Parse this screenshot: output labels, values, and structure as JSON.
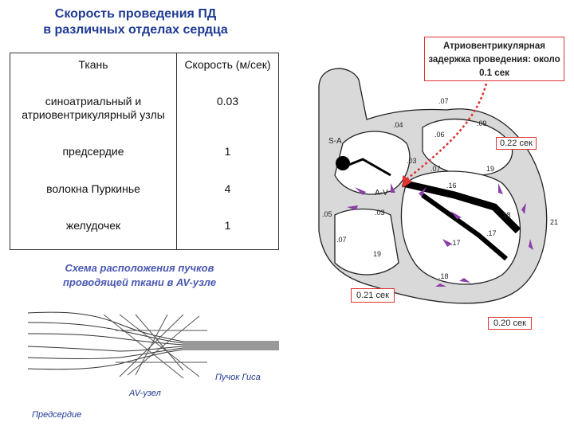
{
  "title": {
    "line1": "Скорость проведения ПД",
    "line2": "в различных отделах сердца"
  },
  "table": {
    "headers": [
      "Ткань",
      "Скорость (м/сек)"
    ],
    "rows": [
      {
        "tissue": "синоатриальный и атриовентрикулярный узлы",
        "speed": "0.03"
      },
      {
        "tissue": "предсердие",
        "speed": "1"
      },
      {
        "tissue": "волокна Пуркинье",
        "speed": "4"
      },
      {
        "tissue": "желудочек",
        "speed": "1"
      }
    ]
  },
  "bundle_scheme": {
    "caption": "Схема расположения пучков проводящей ткани в AV-узле",
    "label_his": "Пучок Гиса",
    "label_av": "AV-узел",
    "label_atrium": "Предсердие"
  },
  "heart": {
    "delay_box": "Атриовентрикулярная задержка проведения: около 0.1 сек",
    "time_022": "0.22 сек",
    "time_021": "0.21 сек",
    "time_020": "0.20 сек",
    "label_sa": "S-A",
    "label_av": "A-V",
    "values": [
      ".07",
      ".09",
      ".04",
      ".06",
      ".03",
      ".07",
      "19",
      ".16",
      ".05",
      ".03",
      ".18",
      "21",
      ".17",
      ".17",
      ".07",
      "19",
      ".18"
    ]
  },
  "colors": {
    "title": "#1f3a93",
    "arrow": "#8b3fa8",
    "delay_line": "#d33"
  }
}
